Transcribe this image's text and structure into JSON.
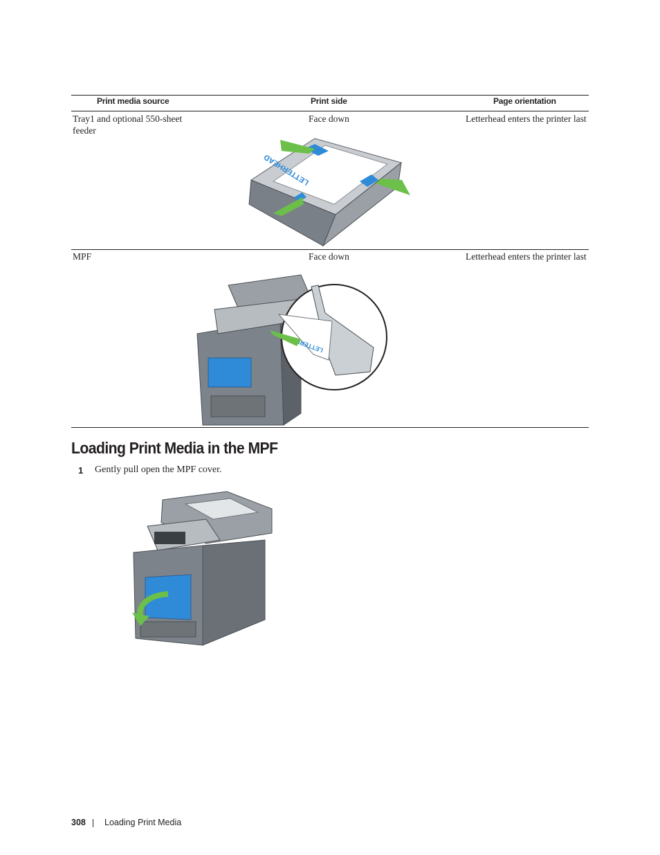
{
  "table": {
    "headers": [
      "Print media source",
      "Print side",
      "Page orientation"
    ],
    "rows": [
      {
        "source": "Tray1 and optional 550-sheet feeder",
        "side": "Face down",
        "orientation": "Letterhead enters the printer last"
      },
      {
        "source": "MPF",
        "side": "Face down",
        "orientation": "Letterhead enters the printer last"
      }
    ]
  },
  "illustrations": {
    "tray": {
      "paper_text": "LETTERHEAD",
      "icon": "paper-tray-illustration"
    },
    "mpf": {
      "paper_text": "LETTERHEAD",
      "icon": "printer-mpf-illustration"
    },
    "cover": {
      "icon": "printer-open-cover-illustration"
    },
    "colors": {
      "arrow": "#6cc04a",
      "guide": "#2f8bd8",
      "printer": "#6e7378"
    }
  },
  "section": {
    "heading": "Loading Print Media in the MPF"
  },
  "steps": [
    {
      "number": "1",
      "text": "Gently pull open the MPF cover."
    }
  ],
  "footer": {
    "page_number": "308",
    "separator": "|",
    "title": "Loading Print Media"
  }
}
